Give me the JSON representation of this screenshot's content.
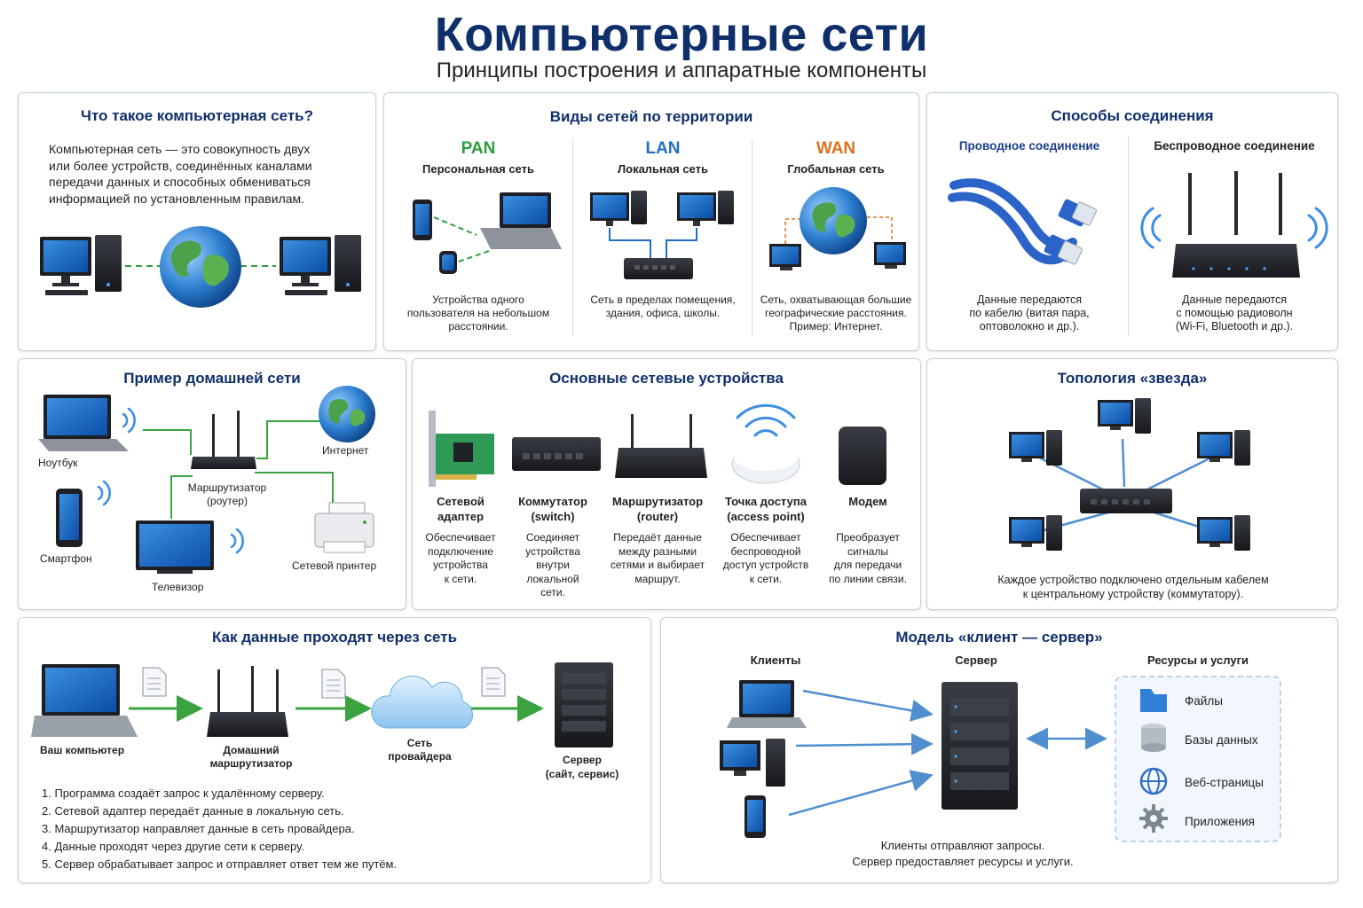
{
  "header": {
    "title": "Компьютерные сети",
    "subtitle": "Принципы построения и аппаратные компоненты"
  },
  "what_is": {
    "title": "Что такое компьютерная сеть?",
    "text": "Компьютерная сеть — это совокупность двух\nили более устройств, соединённых каналами\nпередачи данных и способных обмениваться\nинформацией по установленным правилам."
  },
  "territory": {
    "title": "Виды сетей по территории",
    "types": [
      {
        "abbr": "PAN",
        "name": "Персональная сеть",
        "desc": "Устройства одного\nпользователя на небольшом\nрасстоянии.",
        "color": "#2e9e3c"
      },
      {
        "abbr": "LAN",
        "name": "Локальная сеть",
        "desc": "Сеть в пределах помещения,\nздания, офиса, школы.",
        "color": "#1f6fc4"
      },
      {
        "abbr": "WAN",
        "name": "Глобальная сеть",
        "desc": "Сеть, охватывающая большие\nгеографические расстояния.\nПример: Интернет.",
        "color": "#d9731c"
      }
    ]
  },
  "connection": {
    "title": "Способы соединения",
    "wired": {
      "title": "Проводное соединение",
      "desc": "Данные передаются\nпо кабелю (витая пара,\nоптоволокно и др.)."
    },
    "wireless": {
      "title": "Беспроводное соединение",
      "desc": "Данные передаются\nс помощью радиоволн\n(Wi-Fi, Bluetooth и др.)."
    }
  },
  "home": {
    "title": "Пример домашней сети",
    "laptop": "Ноутбук",
    "phone": "Смартфон",
    "tv": "Телевизор",
    "router": "Маршрутизатор\n(роутер)",
    "internet": "Интернет",
    "printer": "Сетевой принтер"
  },
  "devices": {
    "title": "Основные сетевые устройства",
    "items": [
      {
        "name": "Сетевой\nадаптер",
        "desc": "Обеспечивает\nподключение\nустройства\nк сети."
      },
      {
        "name": "Коммутатор\n(switch)",
        "desc": "Соединяет\nустройства\nвнутри\nлокальной\nсети."
      },
      {
        "name": "Маршрутизатор\n(router)",
        "desc": "Передаёт данные\nмежду разными\nсетями и выбирает\nмаршрут."
      },
      {
        "name": "Точка доступа\n(access point)",
        "desc": "Обеспечивает\nбеспроводной\nдоступ устройств\nк сети."
      },
      {
        "name": "Модем",
        "desc": "Преобразует\nсигналы\nдля передачи\nпо линии связи."
      }
    ]
  },
  "topology": {
    "title": "Топология «звезда»",
    "desc": "Каждое устройство подключено отдельным кабелем\nк центральному устройству (коммутатору)."
  },
  "flow": {
    "title": "Как данные проходят через сеть",
    "your_pc": "Ваш компьютер",
    "router": "Домашний\nмаршрутизатор",
    "isp": "Сеть\nпровайдера",
    "server": "Сервер\n(сайт, сервис)",
    "steps": [
      "1. Программа создаёт запрос к удалённому серверу.",
      "2. Сетевой адаптер передаёт данные в локальную сеть.",
      "3. Маршрутизатор направляет данные в сеть провайдера.",
      "4. Данные проходят через другие сети к серверу.",
      "5. Сервер обрабатывает запрос и отправляет ответ тем же путём."
    ]
  },
  "client_server": {
    "title": "Модель «клиент — сервер»",
    "clients": "Клиенты",
    "server": "Сервер",
    "resources": "Ресурсы и услуги",
    "resource_items": [
      "Файлы",
      "Базы данных",
      "Веб-страницы",
      "Приложения"
    ],
    "caption": "Клиенты отправляют запросы.\nСервер предоставляет ресурсы и услуги."
  },
  "colors": {
    "title": "#0f2f6b",
    "accent_blue": "#1f6fc4",
    "green_link": "#3aa340",
    "panel_border": "#c5d0e0"
  }
}
